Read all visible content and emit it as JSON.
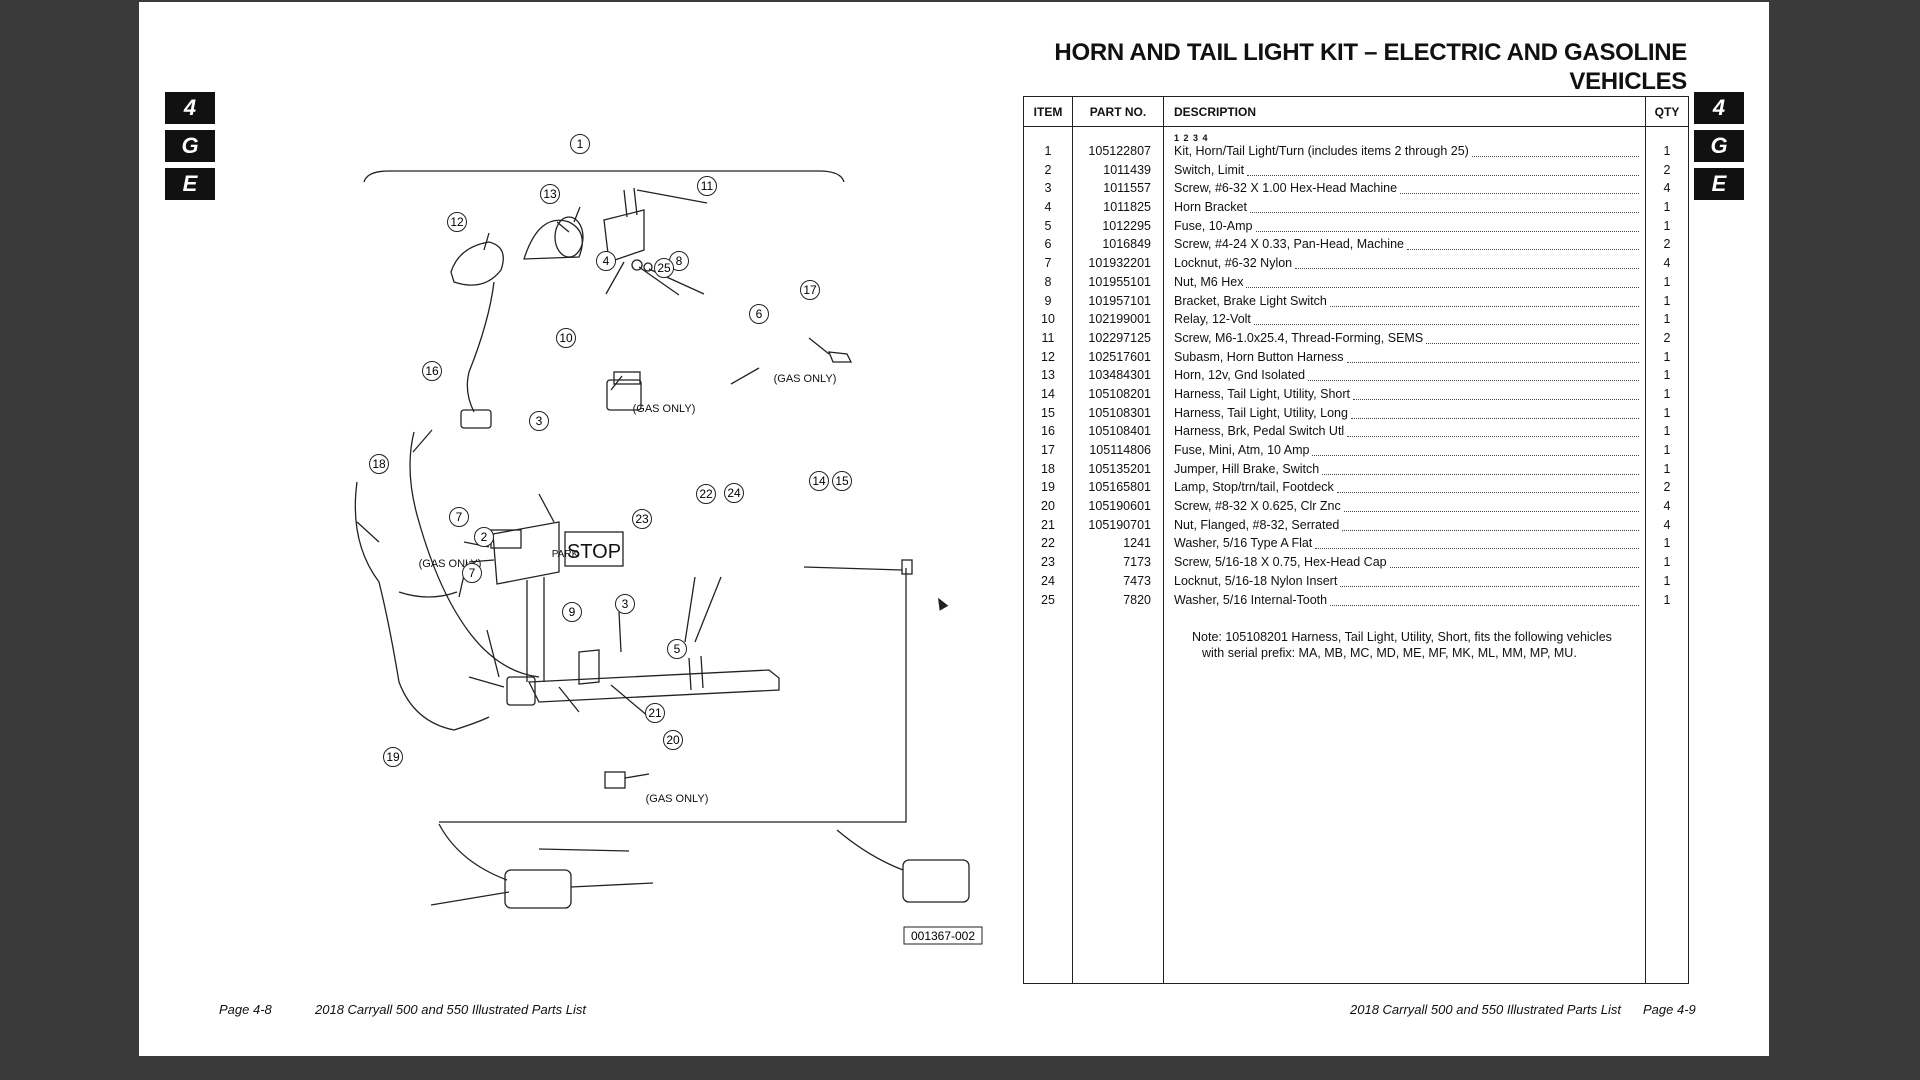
{
  "document": {
    "title_line1": "HORN AND TAIL  LIGHT  KIT – ELECTRIC AND GASOLINE",
    "title_line2": "VEHICLES",
    "section_tabs": [
      "4",
      "G",
      "E"
    ],
    "footer_left": {
      "page": "Page 4-8",
      "book": "2018 Carryall 500 and 550 Illustrated Parts List"
    },
    "footer_right": {
      "book": "2018 Carryall 500 and 550 Illustrated Parts List",
      "page": "Page 4-9"
    }
  },
  "diagram": {
    "figure_id": "001367-002",
    "gas_only_label": "(GAS ONLY)",
    "stop_label": "STOP",
    "park_label": "PARK",
    "callouts": [
      "1",
      "2",
      "3",
      "3",
      "4",
      "5",
      "6",
      "7",
      "7",
      "8",
      "9",
      "10",
      "11",
      "12",
      "13",
      "14",
      "15",
      "16",
      "17",
      "18",
      "19",
      "20",
      "21",
      "22",
      "23",
      "24",
      "25"
    ]
  },
  "parts_table": {
    "headers": {
      "item": "ITEM",
      "part": "PART NO.",
      "desc": "DESCRIPTION",
      "qty": "QTY"
    },
    "levels": "1 2 3 4",
    "rows": [
      {
        "item": "1",
        "part": "105122807",
        "desc": "Kit, Horn/Tail Light/Turn (includes items 2 through 25)",
        "qty": "1",
        "level": 1
      },
      {
        "item": "2",
        "part": "1011439",
        "desc": "Switch, Limit",
        "qty": "2",
        "level": 2
      },
      {
        "item": "3",
        "part": "1011557",
        "desc": "Screw, #6-32 X 1.00 Hex-Head Machine",
        "qty": "4",
        "level": 2
      },
      {
        "item": "4",
        "part": "1011825",
        "desc": "Horn Bracket",
        "qty": "1",
        "level": 2
      },
      {
        "item": "5",
        "part": "1012295",
        "desc": "Fuse, 10-Amp",
        "qty": "1",
        "level": 2
      },
      {
        "item": "6",
        "part": "1016849",
        "desc": "Screw, #4-24 X 0.33, Pan-Head, Machine",
        "qty": "2",
        "level": 2
      },
      {
        "item": "7",
        "part": "101932201",
        "desc": "Locknut, #6-32 Nylon",
        "qty": "4",
        "level": 2
      },
      {
        "item": "8",
        "part": "101955101",
        "desc": "Nut, M6 Hex",
        "qty": "1",
        "level": 2
      },
      {
        "item": "9",
        "part": "101957101",
        "desc": "Bracket, Brake Light Switch",
        "qty": "1",
        "level": 2
      },
      {
        "item": "10",
        "part": "102199001",
        "desc": "Relay, 12-Volt",
        "qty": "1",
        "level": 2
      },
      {
        "item": "11",
        "part": "102297125",
        "desc": "Screw, M6-1.0x25.4, Thread-Forming, SEMS",
        "qty": "2",
        "level": 2
      },
      {
        "item": "12",
        "part": "102517601",
        "desc": "Subasm, Horn Button Harness",
        "qty": "1",
        "level": 2
      },
      {
        "item": "13",
        "part": "103484301",
        "desc": "Horn, 12v, Gnd Isolated",
        "qty": "1",
        "level": 2
      },
      {
        "item": "14",
        "part": "105108201",
        "desc": "Harness, Tail Light, Utility, Short",
        "qty": "1",
        "level": 2
      },
      {
        "item": "15",
        "part": "105108301",
        "desc": "Harness, Tail Light, Utility, Long",
        "qty": "1",
        "level": 2
      },
      {
        "item": "16",
        "part": "105108401",
        "desc": "Harness, Brk, Pedal Switch Utl",
        "qty": "1",
        "level": 2
      },
      {
        "item": "17",
        "part": "105114806",
        "desc": "Fuse, Mini, Atm, 10 Amp",
        "qty": "1",
        "level": 2
      },
      {
        "item": "18",
        "part": "105135201",
        "desc": "Jumper, Hill Brake, Switch",
        "qty": "1",
        "level": 2
      },
      {
        "item": "19",
        "part": "105165801",
        "desc": "Lamp, Stop/trn/tail, Footdeck",
        "qty": "2",
        "level": 2
      },
      {
        "item": "20",
        "part": "105190601",
        "desc": "Screw, #8-32 X 0.625, Clr Znc",
        "qty": "4",
        "level": 2
      },
      {
        "item": "21",
        "part": "105190701",
        "desc": "Nut, Flanged, #8-32, Serrated",
        "qty": "4",
        "level": 2
      },
      {
        "item": "22",
        "part": "1241",
        "desc": "Washer, 5/16 Type A Flat",
        "qty": "1",
        "level": 2
      },
      {
        "item": "23",
        "part": "7173",
        "desc": "Screw, 5/16-18 X 0.75, Hex-Head Cap",
        "qty": "1",
        "level": 2
      },
      {
        "item": "24",
        "part": "7473",
        "desc": "Locknut, 5/16-18 Nylon Insert",
        "qty": "1",
        "level": 2
      },
      {
        "item": "25",
        "part": "7820",
        "desc": "Washer, 5/16 Internal-Tooth",
        "qty": "1",
        "level": 2
      }
    ],
    "note_line1": "Note: 105108201 Harness, Tail Light, Utility, Short, fits the following vehicles",
    "note_line2": "with serial prefix: MA, MB, MC, MD, ME, MF, MK, ML, MM, MP, MU."
  }
}
